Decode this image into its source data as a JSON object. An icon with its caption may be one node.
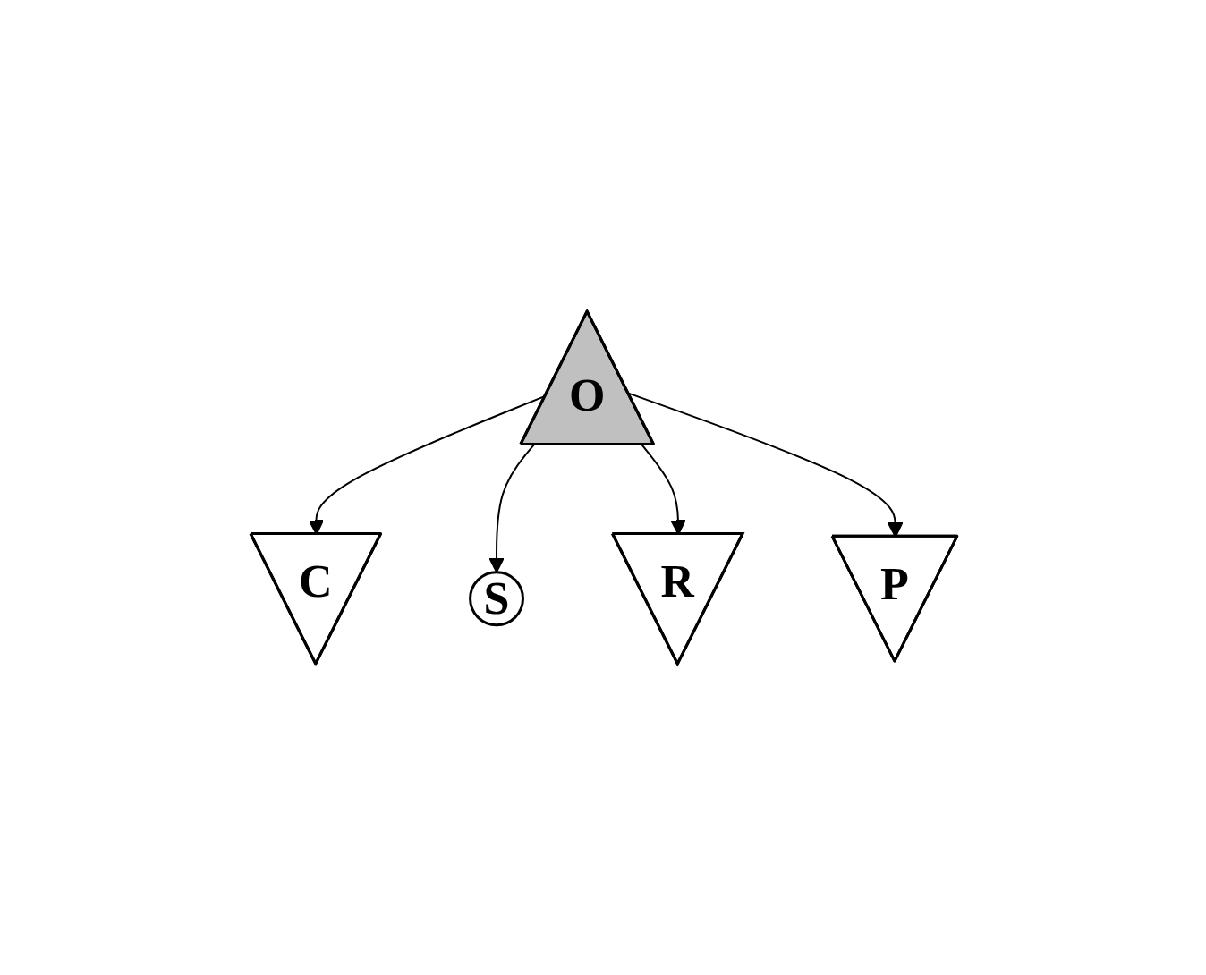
{
  "diagram": {
    "nodes": [
      {
        "text": [
          "P"
        ]
      },
      {
        "text": [
          "C"
        ]
      },
      {
        "text": [
          "S"
        ]
      },
      {
        "text": [
          "O"
        ]
      },
      {
        "text": [
          "R"
        ]
      }
    ],
    "edges": [
      {
        "from": 3,
        "to": 1,
        "arrow": "to"
      },
      {
        "from": 3,
        "to": 2,
        "arrow": "to"
      },
      {
        "from": 3,
        "to": 4,
        "arrow": "to"
      },
      {
        "from": 3,
        "to": 0,
        "arrow": "to"
      }
    ]
  }
}
